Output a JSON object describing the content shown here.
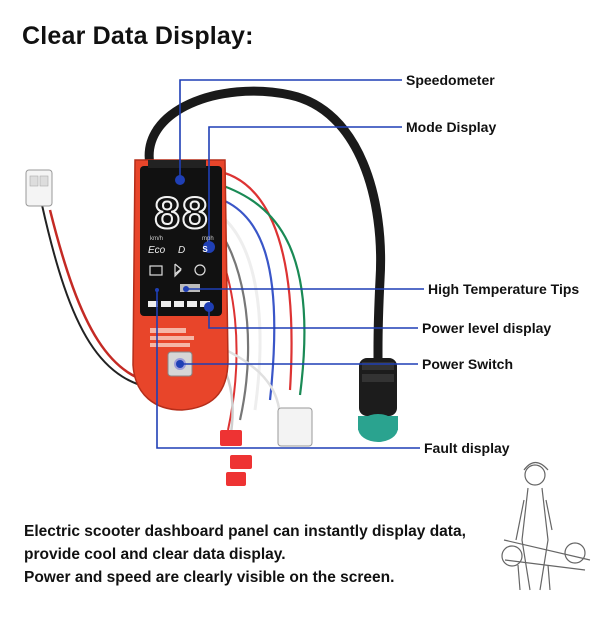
{
  "title": "Clear Data Display:",
  "callouts": {
    "speedometer": "Speedometer",
    "mode_display": "Mode Display",
    "high_temp": "High Temperature Tips",
    "power_level": "Power level display",
    "power_switch": "Power Switch",
    "fault": "Fault display"
  },
  "screen": {
    "digits": "88",
    "kmh": "km/h",
    "mph": "mph",
    "mode_eco": "Eco",
    "mode_d": "D",
    "mode_s": "S"
  },
  "description": [
    "Electric scooter dashboard panel can instantly display data,",
    "provide cool and clear data display.",
    "Power and speed are clearly visible on the screen."
  ],
  "colors": {
    "callout_line": "#1f3fb5",
    "pcb": "#e8452a",
    "screen": "#111111",
    "connector_teal": "#2aa38f"
  }
}
